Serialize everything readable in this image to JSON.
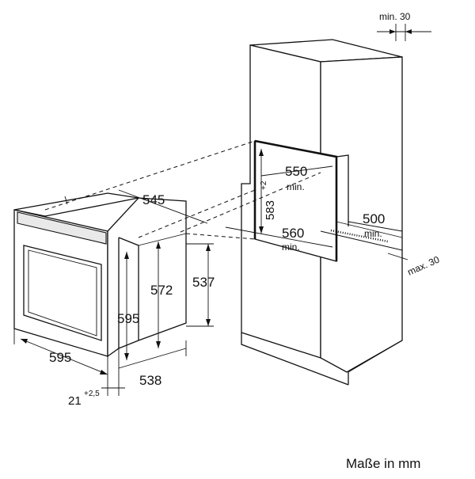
{
  "dimensions": {
    "min30_top": "min. 30",
    "w550": "550",
    "w550_min": "min.",
    "h583": "583",
    "h583_tol": "+2",
    "w545": "545",
    "w500": "500",
    "w500_min": "min.",
    "w560": "560",
    "w560_min": "min.",
    "max30": "max. 30",
    "h572": "572",
    "h537": "537",
    "h595_side": "595",
    "w595_front": "595",
    "d538": "538",
    "d21": "21",
    "d21_tol": "+2,5"
  },
  "caption": "Maße in mm"
}
